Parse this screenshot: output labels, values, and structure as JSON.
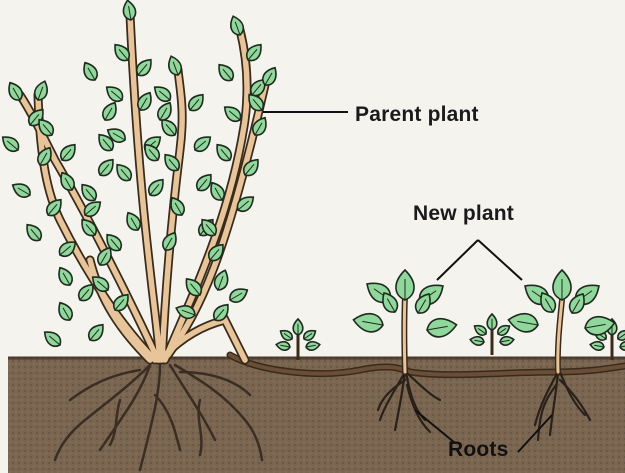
{
  "labels": {
    "parent_plant": "Parent plant",
    "new_plant": "New plant",
    "roots": "Roots"
  },
  "colors": {
    "background": "#f4f3ee",
    "soil": "#7a6650",
    "soil_dark": "#5a4a3a",
    "stem": "#e8c49a",
    "stem_outline": "#3a2a1a",
    "leaf": "#8fd79a",
    "leaf_outline": "#1f2a1f",
    "root": "#3a2e24",
    "text": "#1a1a1a"
  }
}
